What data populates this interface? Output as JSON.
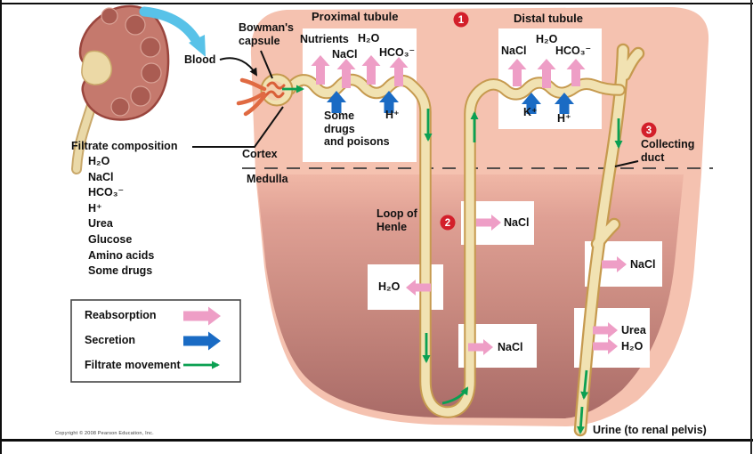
{
  "page": {
    "copyright": "Copyright © 2008 Pearson Education, Inc."
  },
  "colors": {
    "reabsorption_pink": "#ee9ec6",
    "secretion_blue": "#1a6bc4",
    "filtrate_green": "#0ba052",
    "marker_red": "#d31f2a",
    "cortex_pink": "#f5c2b0",
    "medulla_dark": "#aa6c68",
    "tubule_tan": "#f1e2b2"
  },
  "kidney": {
    "blood_label": "Blood"
  },
  "filtrate": {
    "title": "Filtrate composition",
    "items": [
      "H₂O",
      "NaCl",
      "HCO₃⁻",
      "H⁺",
      "Urea",
      "Glucose",
      "Amino acids",
      "Some drugs"
    ]
  },
  "regions": {
    "cortex": "Cortex",
    "medulla": "Medulla"
  },
  "bowmans": {
    "line1": "Bowman's",
    "line2": "capsule"
  },
  "proximal": {
    "title": "Proximal tubule",
    "nutrients": "Nutrients",
    "h2o": "H₂O",
    "nacl": "NaCl",
    "hco3": "HCO₃⁻",
    "secreted_line1": "Some",
    "secreted_line2": "drugs",
    "secreted_line3": "and poisons",
    "h_plus": "H⁺"
  },
  "distal": {
    "title": "Distal tubule",
    "h2o": "H₂O",
    "nacl": "NaCl",
    "hco3": "HCO₃⁻",
    "k_plus": "K⁺",
    "h_plus": "H⁺"
  },
  "loop": {
    "label_line1": "Loop of",
    "label_line2": "Henle",
    "nacl_upper": "NaCl",
    "h2o": "H₂O",
    "nacl_lower": "NaCl"
  },
  "collecting": {
    "label_line1": "Collecting",
    "label_line2": "duct",
    "nacl": "NaCl",
    "urea": "Urea",
    "h2o": "H₂O"
  },
  "markers": {
    "one": "1",
    "two": "2",
    "three": "3"
  },
  "legend": {
    "reabsorption": "Reabsorption",
    "secretion": "Secretion",
    "filtrate_movement": "Filtrate movement"
  },
  "outflow": {
    "urine": "Urine (to renal pelvis)"
  }
}
